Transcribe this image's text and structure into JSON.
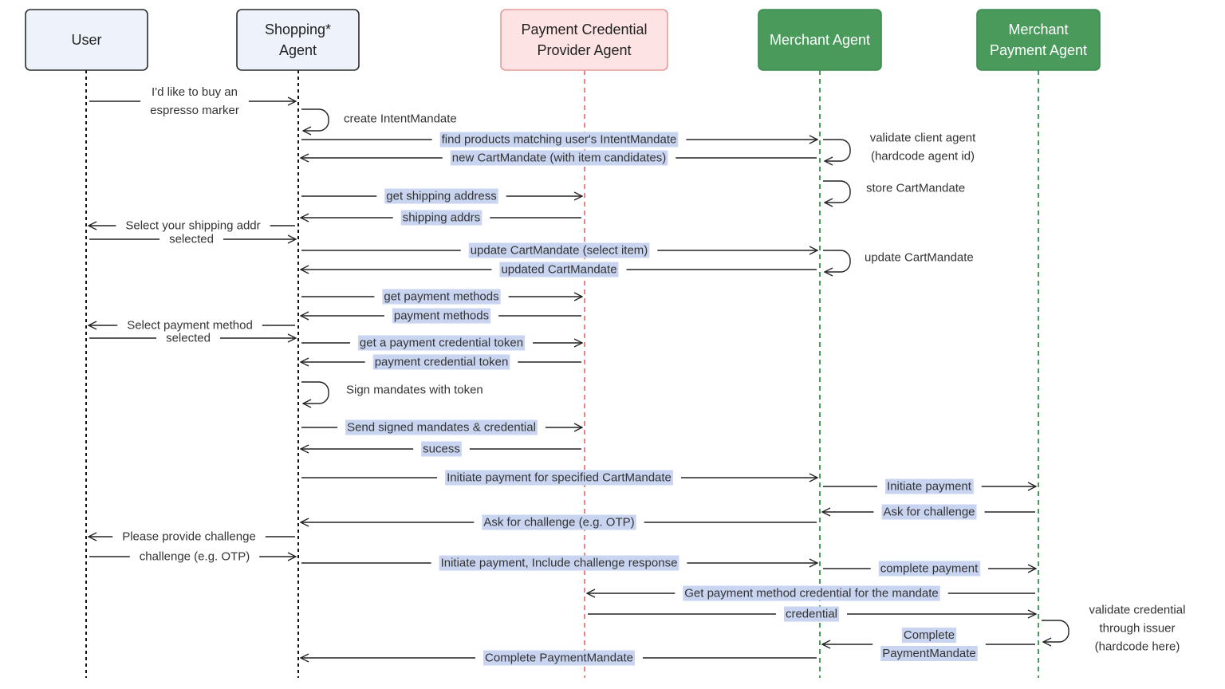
{
  "colors": {
    "user_fill": "#eef3fb",
    "user_stroke": "#2b2b2b",
    "pcp_fill": "#fde3e3",
    "pcp_stroke": "#e79a9a",
    "merchant_fill": "#4a9a5c",
    "merchant_stroke": "#3e8a50",
    "highlight": "#c9d5f0",
    "line": "#222222"
  },
  "actors": [
    {
      "id": "user",
      "lines": [
        "User"
      ]
    },
    {
      "id": "shopping",
      "lines": [
        "Shopping*",
        "Agent"
      ]
    },
    {
      "id": "pcp",
      "lines": [
        "Payment Credential",
        "Provider Agent"
      ]
    },
    {
      "id": "merchant",
      "lines": [
        "Merchant Agent"
      ]
    },
    {
      "id": "mpa",
      "lines": [
        "Merchant",
        "Payment Agent"
      ]
    }
  ],
  "messages": [
    {
      "from": "user",
      "to": "shopping",
      "label": [
        "I'd like to buy an",
        "espresso marker"
      ],
      "highlight": false
    },
    {
      "from": "shopping",
      "to": "merchant",
      "label": [
        "find products matching user's IntentMandate"
      ],
      "highlight": true
    },
    {
      "from": "merchant",
      "to": "shopping",
      "label": [
        "new CartMandate (with item candidates)"
      ],
      "highlight": true
    },
    {
      "from": "shopping",
      "to": "pcp",
      "label": [
        "get shipping address"
      ],
      "highlight": true
    },
    {
      "from": "shopping",
      "to": "user",
      "label": [
        "Select your shipping addr"
      ],
      "highlight": false
    },
    {
      "from": "pcp",
      "to": "shopping",
      "label": [
        "shipping addrs"
      ],
      "highlight": true
    },
    {
      "from": "user",
      "to": "shopping",
      "label": [
        "selected"
      ],
      "highlight": false
    },
    {
      "from": "shopping",
      "to": "merchant",
      "label": [
        "update CartMandate (select item)"
      ],
      "highlight": true
    },
    {
      "from": "merchant",
      "to": "shopping",
      "label": [
        "updated  CartMandate"
      ],
      "highlight": true
    },
    {
      "from": "shopping",
      "to": "pcp",
      "label": [
        "get payment methods"
      ],
      "highlight": true
    },
    {
      "from": "shopping",
      "to": "user",
      "label": [
        "Select payment method"
      ],
      "highlight": false
    },
    {
      "from": "pcp",
      "to": "shopping",
      "label": [
        "payment methods"
      ],
      "highlight": true
    },
    {
      "from": "user",
      "to": "shopping",
      "label": [
        "selected"
      ],
      "highlight": false
    },
    {
      "from": "shopping",
      "to": "pcp",
      "label": [
        "get a payment credential token"
      ],
      "highlight": true
    },
    {
      "from": "pcp",
      "to": "shopping",
      "label": [
        "payment credential token"
      ],
      "highlight": true
    },
    {
      "from": "shopping",
      "to": "pcp",
      "label": [
        "Send signed mandates & credential"
      ],
      "highlight": true
    },
    {
      "from": "pcp",
      "to": "shopping",
      "label": [
        "sucess"
      ],
      "highlight": true
    },
    {
      "from": "shopping",
      "to": "merchant",
      "label": [
        "Initiate payment for specified CartMandate"
      ],
      "highlight": true
    },
    {
      "from": "merchant",
      "to": "mpa",
      "label": [
        "Initiate payment"
      ],
      "highlight": true
    },
    {
      "from": "mpa",
      "to": "merchant",
      "label": [
        "Ask for challenge"
      ],
      "highlight": true
    },
    {
      "from": "merchant",
      "to": "shopping",
      "label": [
        "Ask for challenge (e.g. OTP)"
      ],
      "highlight": true
    },
    {
      "from": "shopping",
      "to": "user",
      "label": [
        "Please provide challenge"
      ],
      "highlight": false
    },
    {
      "from": "user",
      "to": "shopping",
      "label": [
        "challenge (e.g. OTP)"
      ],
      "highlight": false
    },
    {
      "from": "shopping",
      "to": "merchant",
      "label": [
        "Initiate payment, Include challenge response"
      ],
      "highlight": true
    },
    {
      "from": "merchant",
      "to": "mpa",
      "label": [
        "complete  payment"
      ],
      "highlight": true
    },
    {
      "from": "mpa",
      "to": "pcp",
      "label": [
        "Get payment method credential for the mandate"
      ],
      "highlight": true
    },
    {
      "from": "pcp",
      "to": "mpa",
      "label": [
        "credential"
      ],
      "highlight": true
    },
    {
      "from": "mpa",
      "to": "merchant",
      "label": [
        "Complete",
        "PaymentMandate"
      ],
      "highlight": true
    },
    {
      "from": "merchant",
      "to": "shopping",
      "label": [
        "Complete PaymentMandate"
      ],
      "highlight": true
    }
  ],
  "self_loops": [
    {
      "actor": "shopping",
      "label": [
        "create IntentMandate"
      ]
    },
    {
      "actor": "merchant",
      "label": [
        "validate client agent",
        "(hardcode agent id)"
      ]
    },
    {
      "actor": "merchant",
      "label": [
        "store CartMandate"
      ]
    },
    {
      "actor": "merchant",
      "label": [
        "update CartMandate"
      ]
    },
    {
      "actor": "shopping",
      "label": [
        "Sign mandates with token"
      ]
    },
    {
      "actor": "mpa",
      "label": [
        "validate credential",
        "through issuer",
        "(hardcode here)"
      ]
    }
  ]
}
